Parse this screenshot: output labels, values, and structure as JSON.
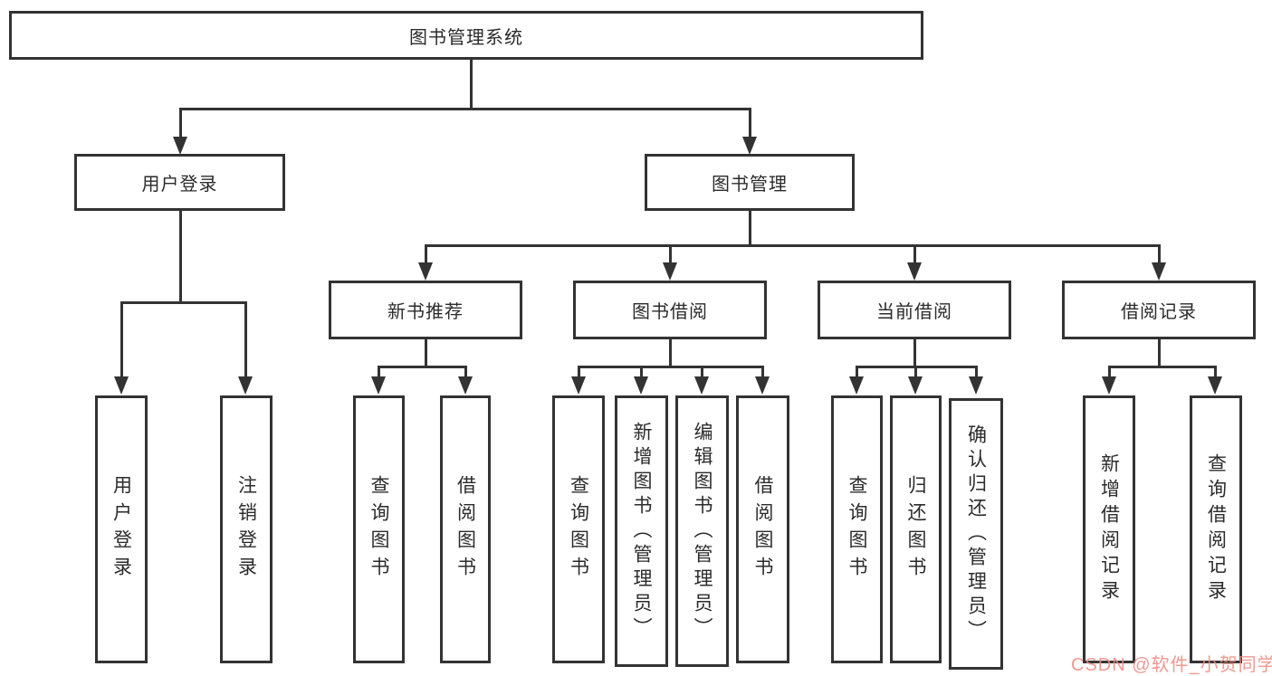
{
  "diagram_title": "图书管理系统",
  "nodes": {
    "root": "图书管理系统",
    "user_login": "用户登录",
    "book_mgmt": "图书管理",
    "new_book_rec": "新书推荐",
    "book_borrow": "图书借阅",
    "current_borrow": "当前借阅",
    "borrow_record": "借阅记录",
    "ul_login": "用户登录",
    "ul_logout": "注销登录",
    "nb_query": "查询图书",
    "nb_borrow": "借阅图书",
    "bb_query": "查询图书",
    "bb_add": "新增图书（管理员）",
    "bb_edit": "编辑图书（管理员）",
    "bb_borrow": "借阅图书",
    "cb_query": "查询图书",
    "cb_return": "归还图书",
    "cb_confirm": "确认归还（管理员）",
    "br_add": "新增借阅记录",
    "br_query": "查询借阅记录"
  },
  "watermark": "CSDN @软件_小贺同学",
  "colors": {
    "line": "#333333",
    "text": "#2b2b2b",
    "watermark": "#ee8b84",
    "background": "#ffffff"
  }
}
